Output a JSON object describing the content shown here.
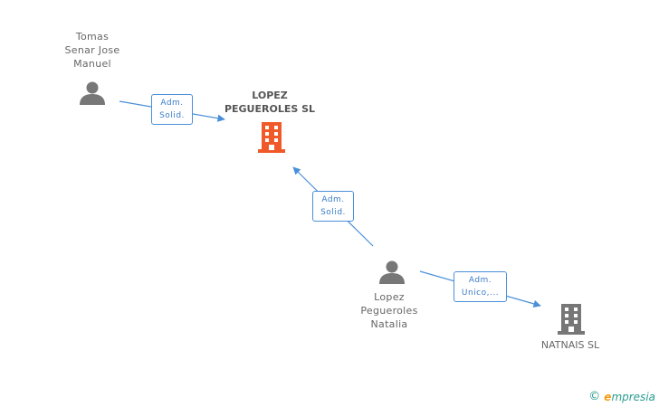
{
  "people": [
    {
      "id": "tomas",
      "name_lines": [
        "Tomas",
        "Senar Jose",
        "Manuel"
      ]
    },
    {
      "id": "natalia",
      "name_lines": [
        "Lopez",
        "Pegueroles",
        "Natalia"
      ]
    }
  ],
  "companies": [
    {
      "id": "lopez-pegueroles",
      "name_lines": [
        "LOPEZ",
        "PEGUEROLES SL"
      ],
      "color": "#f05a28",
      "primary": true
    },
    {
      "id": "natnais",
      "name_lines": [
        "NATNAIS SL"
      ],
      "color": "#777777",
      "primary": false
    }
  ],
  "relations": [
    {
      "from": "tomas",
      "to": "lopez-pegueroles",
      "role_lines": [
        "Adm.",
        "Solid."
      ]
    },
    {
      "from": "natalia",
      "to": "lopez-pegueroles",
      "role_lines": [
        "Adm.",
        "Solid."
      ]
    },
    {
      "from": "natalia",
      "to": "natnais",
      "role_lines": [
        "Adm.",
        "Unico,..."
      ]
    }
  ],
  "footer": {
    "copyright_symbol": "©",
    "brand_initial": "e",
    "brand_rest": "mpresia"
  },
  "colors": {
    "edge": "#4a8fd9",
    "person_icon": "#777777"
  }
}
